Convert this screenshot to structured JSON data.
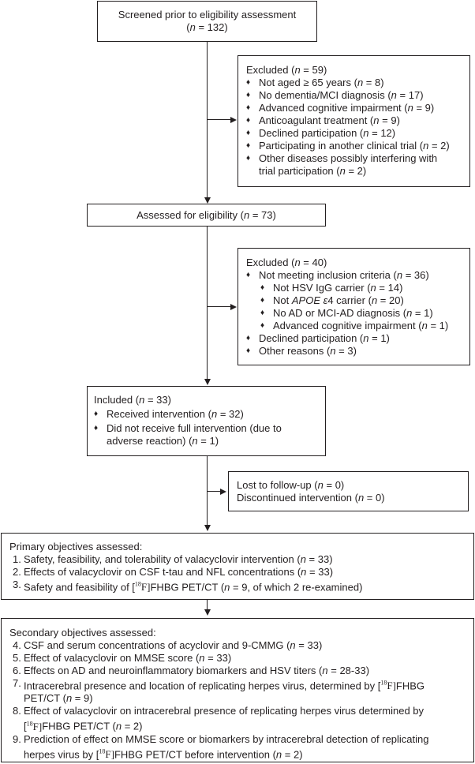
{
  "screened": {
    "label": "Screened prior to eligibility assessment",
    "n": "132"
  },
  "excluded1": {
    "title": "Excluded",
    "n": "59",
    "items": [
      {
        "text": "Not aged ≥ 65 years",
        "n": "8"
      },
      {
        "text": "No dementia/MCI diagnosis",
        "n": "17"
      },
      {
        "text": "Advanced cognitive impairment",
        "n": "9"
      },
      {
        "text": "Anticoagulant treatment",
        "n": "9"
      },
      {
        "text": "Declined participation",
        "n": "12"
      },
      {
        "text": "Participating in another clinical trial",
        "n": "2"
      },
      {
        "text1": "Other diseases possibly interfering with",
        "text2": "trial participation",
        "n": "2"
      }
    ]
  },
  "assessed": {
    "label": "Assessed for eligibility",
    "n": "73"
  },
  "excluded2": {
    "title": "Excluded",
    "n": "40",
    "items": [
      {
        "text": "Not meeting inclusion criteria",
        "n": "36"
      },
      {
        "text": "Not HSV IgG carrier",
        "n": "14"
      },
      {
        "text_pre": "Not",
        "text_italic": "APOE ε",
        "text_post": "4 carrier",
        "n": "20"
      },
      {
        "text": "No AD or MCI-AD diagnosis",
        "n": "1"
      },
      {
        "text": "Advanced cognitive impairment",
        "n": "1"
      },
      {
        "text": "Declined participation",
        "n": "1"
      },
      {
        "text": "Other reasons",
        "n": "3"
      }
    ]
  },
  "included": {
    "title": "Included",
    "n": "33",
    "items": [
      {
        "text": "Received intervention",
        "n": "32"
      },
      {
        "text1": "Did not receive full intervention (due to",
        "text2": "adverse reaction)",
        "n": "1"
      }
    ]
  },
  "lost": {
    "lines": [
      {
        "text": "Lost to follow-up",
        "n": "0"
      },
      {
        "text": "Discontinued intervention",
        "n": "0"
      }
    ]
  },
  "primary": {
    "title": "Primary objectives assessed:",
    "items": [
      {
        "num": "1.",
        "text": "Safety, feasibility, and tolerability of valacyclovir intervention",
        "n": "33"
      },
      {
        "num": "2.",
        "text": "Effects of valacyclovir on CSF t-tau and NFL concentrations",
        "n": "33"
      },
      {
        "num": "3.",
        "pre": "Safety and feasibility of [",
        "iso": "18",
        "el": "F]",
        "post": "FHBG PET/CT",
        "n": "9",
        "tail": ", of which 2 re-examined)"
      }
    ]
  },
  "secondary": {
    "title": "Secondary objectives assessed:",
    "items": [
      {
        "num": "4.",
        "text": "CSF and serum concentrations of acyclovir and 9-CMMG",
        "n": "33"
      },
      {
        "num": "5.",
        "text": "Effect of valacyclovir on MMSE score",
        "n": "33"
      },
      {
        "num": "6.",
        "text": "Effects on AD and neuroinflammatory biomarkers and HSV titers",
        "n": "28-33"
      },
      {
        "num": "7.",
        "line1": "Intracerebral presence and location of replicating herpes virus, determined by [",
        "iso": "18",
        "el": "F]",
        "post": "FHBG",
        "line2": "PET/CT",
        "n": "9"
      },
      {
        "num": "8.",
        "line1": "Effect of valacyclovir on intracerebral presence of replicating herpes virus determined by",
        "pre2": "[",
        "iso": "18",
        "el": "F]",
        "post2": "FHBG PET/CT",
        "n": "2"
      },
      {
        "num": "9.",
        "line1": "Prediction of effect on MMSE score or biomarkers by intracerebral detection of replicating",
        "pre2": "herpes virus by [",
        "iso": "18",
        "el": "F]",
        "post2": "FHBG PET/CT before intervention",
        "n": "2"
      }
    ]
  },
  "n_symbol": "n",
  "bullet": "♦"
}
